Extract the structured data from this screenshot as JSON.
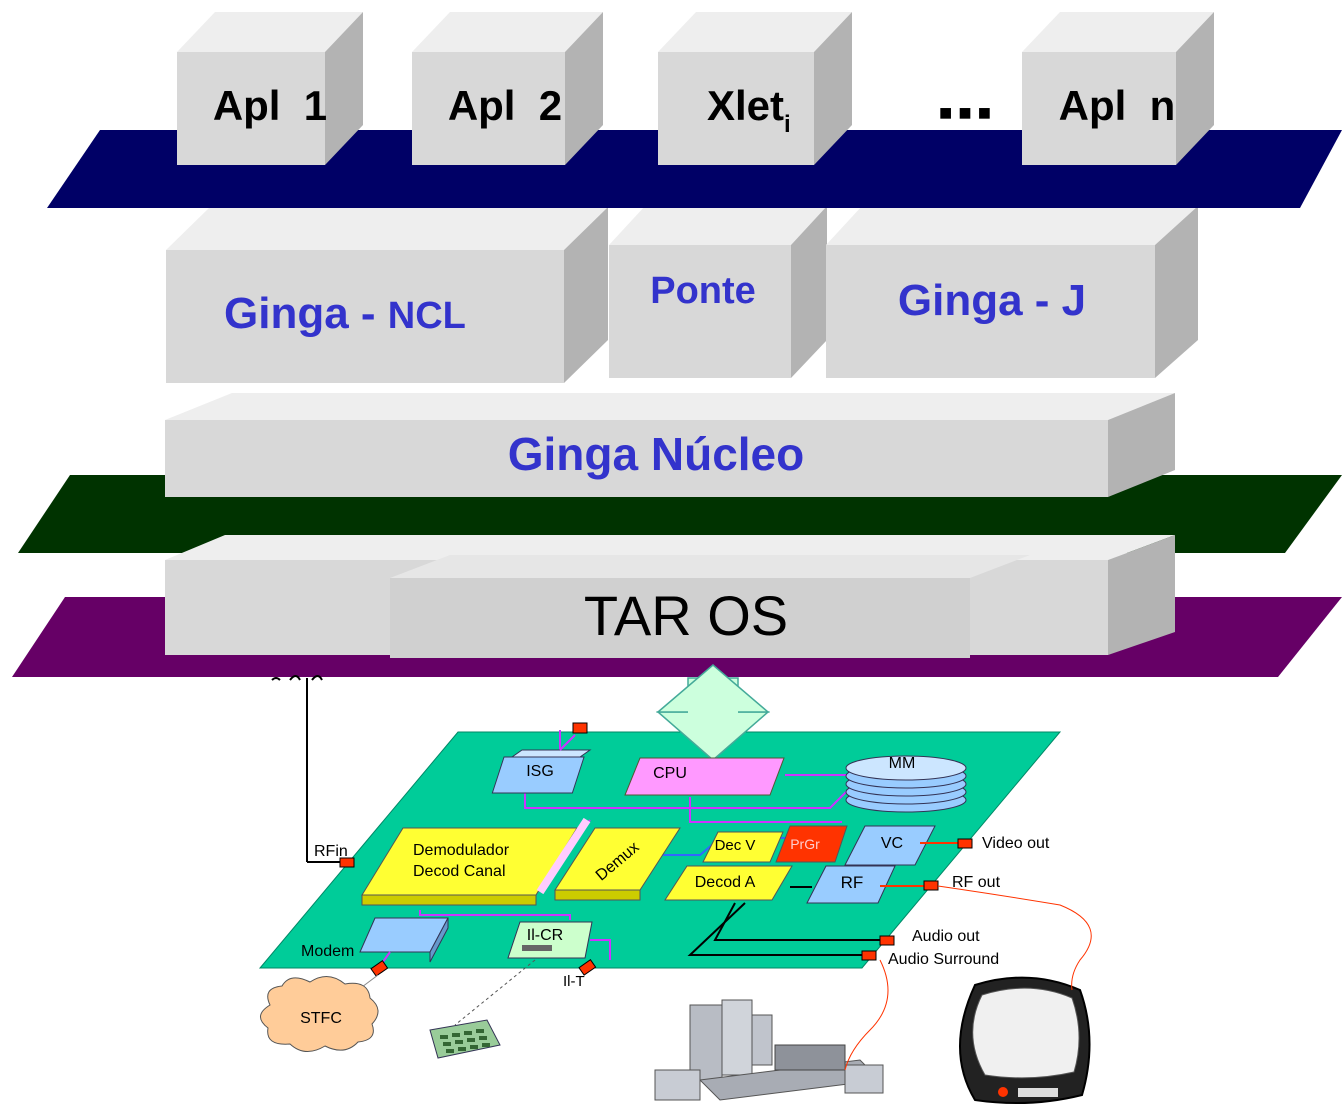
{
  "apps": {
    "apl1": "Apl  1",
    "apl2": "Apl  2",
    "xlet": "Xlet",
    "xlet_sub": "i",
    "ellipsis": "■ ■ ■",
    "apln": "Apl  n"
  },
  "middleware": {
    "ncl_a": "Ginga - ",
    "ncl_b": "NCL",
    "ponte": "Ponte",
    "j": "Ginga - J",
    "nucleo": "Ginga Núcleo",
    "taros": "TAR OS"
  },
  "hardware": {
    "isg": "ISG",
    "cpu": "CPU",
    "mm": "MM",
    "rfin": "RFin",
    "demod1": "Demodulador",
    "demod2": "Decod Canal",
    "demux": "Demux",
    "decv": "Dec V",
    "prgr": "PrGr",
    "vc": "VC",
    "decoda": "Decod A",
    "rf": "RF",
    "videoout": "Video out",
    "rfout": "RF out",
    "audioout": "Audio out",
    "audiosurround": "Audio Surround",
    "modem": "Modem",
    "ilcr": "Il-CR",
    "ilt": "Il-T",
    "stfc": "STFC"
  },
  "colors": {
    "layer_blue": "#000066",
    "layer_green": "#003300",
    "layer_purple": "#660066",
    "block_gray": "#d8d8d8",
    "ginga_text": "#3333cc",
    "board": "#00cc99",
    "chip_blue": "#99ccff",
    "chip_yellow": "#ffff33",
    "chip_pink": "#ff99ff",
    "chip_red": "#ff3300",
    "bus_magenta": "#cc33ff",
    "arrow_fill": "#ccffdd"
  }
}
